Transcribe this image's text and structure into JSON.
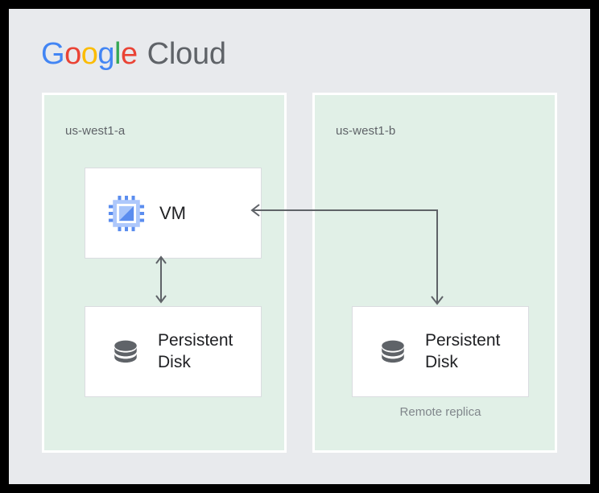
{
  "diagram": {
    "title": "Google Cloud",
    "brand": {
      "word1_letters": [
        "G",
        "o",
        "o",
        "g",
        "l",
        "e"
      ],
      "word2": "Cloud",
      "colors": {
        "blue": "#4285f4",
        "red": "#ea4335",
        "yellow": "#fbbc05",
        "green": "#34a853",
        "gray": "#5f6368"
      }
    },
    "background_color": "#e8eaed",
    "frame_color": "#000000",
    "zone_color": "#e1f0e7",
    "zones": [
      {
        "id": "zone-a",
        "label": "us-west1-a",
        "nodes": [
          {
            "id": "vm",
            "label": "VM",
            "icon": "cpu-chip-icon"
          },
          {
            "id": "pd-a",
            "label": "Persistent\nDisk",
            "icon": "persistent-disk-icon"
          }
        ],
        "caption": ""
      },
      {
        "id": "zone-b",
        "label": "us-west1-b",
        "nodes": [
          {
            "id": "pd-b",
            "label": "Persistent\nDisk",
            "icon": "persistent-disk-icon"
          }
        ],
        "caption": "Remote replica"
      }
    ],
    "connectors": [
      {
        "id": "vm-to-pd-a",
        "from": "vm",
        "to": "pd-a",
        "style": "double-headed-vertical",
        "color": "#5f6368"
      },
      {
        "id": "pd-b-to-vm",
        "from": "pd-b",
        "to": "vm",
        "style": "elbow-double-headed",
        "color": "#5f6368"
      }
    ]
  }
}
